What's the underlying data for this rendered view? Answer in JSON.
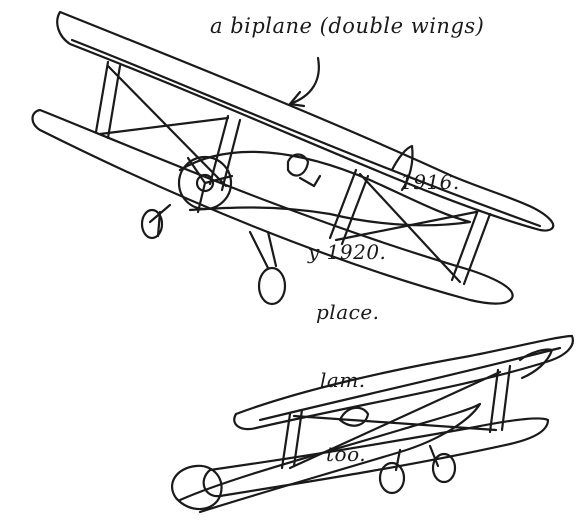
{
  "caption": "a biplane (double wings)",
  "partial_lines": [
    "1916.",
    "y 1920.",
    "place.",
    "lam.",
    "too."
  ]
}
